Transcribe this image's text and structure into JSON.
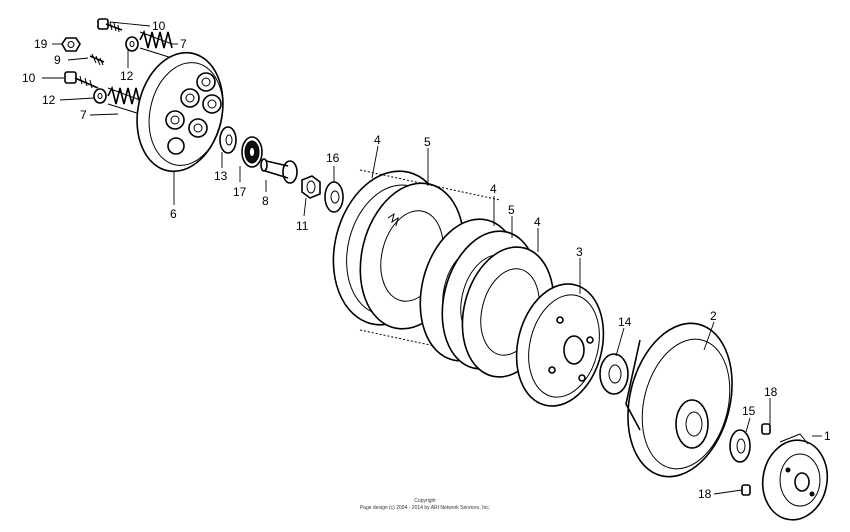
{
  "callouts": {
    "c1": "1",
    "c2": "2",
    "c3": "3",
    "c4a": "4",
    "c4b": "4",
    "c4c": "4",
    "c5a": "5",
    "c5b": "5",
    "c6": "6",
    "c7a": "7",
    "c7b": "7",
    "c8": "8",
    "c9": "9",
    "c10a": "10",
    "c10b": "10",
    "c11": "11",
    "c12a": "12",
    "c12b": "12",
    "c13": "13",
    "c14": "14",
    "c15": "15",
    "c16": "16",
    "c17": "17",
    "c18a": "18",
    "c18b": "18",
    "c19": "19"
  },
  "copyright": {
    "line1": "Copyright",
    "line2": "Page design (c) 2004 - 2014 by ARI Network Services, Inc."
  }
}
